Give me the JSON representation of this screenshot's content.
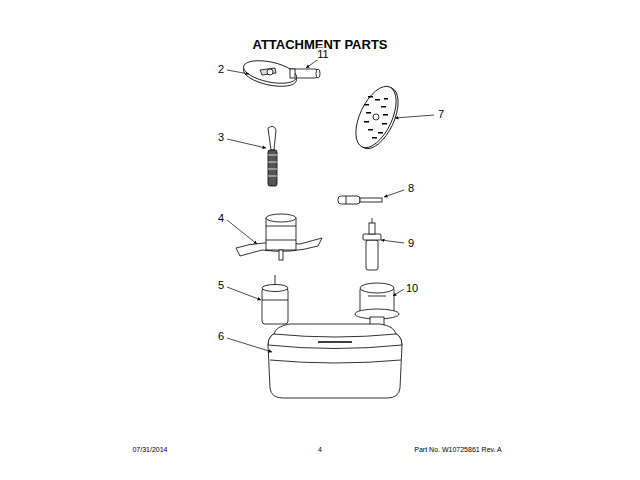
{
  "diagram": {
    "title": "ATTACHMENT PARTS",
    "labels": [
      "11",
      "2",
      "7",
      "3",
      "8",
      "4",
      "9",
      "5",
      "10",
      "6",
      "07/31/2014",
      "4",
      "Part No. W10725861 Rev. A"
    ]
  }
}
